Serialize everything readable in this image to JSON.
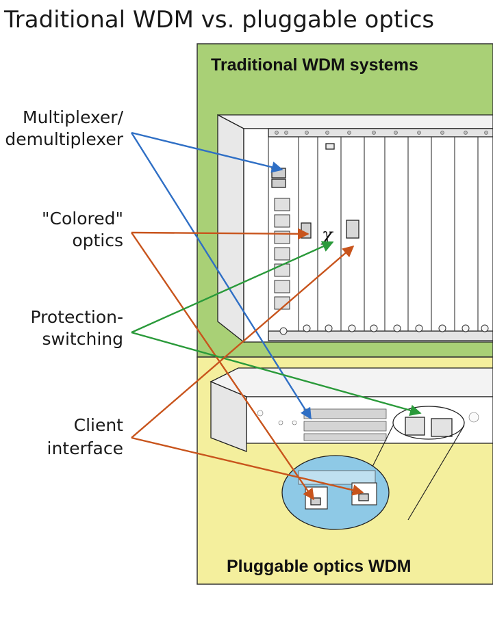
{
  "title": "Traditional WDM vs. pluggable optics",
  "panels": {
    "top": {
      "title": "Traditional WDM systems",
      "color": "#a9d076"
    },
    "bottom": {
      "title": "Pluggable optics WDM",
      "color": "#f4ef9d"
    }
  },
  "labels": {
    "mux": {
      "line1": "Multiplexer/",
      "line2": "demultiplexer",
      "color": "#2f6fc5"
    },
    "colored": {
      "line1": "\"Colored\"",
      "line2": "optics",
      "color": "#c8541c"
    },
    "protection": {
      "line1": "Protection-",
      "line2": "switching",
      "color": "#2a9a3a"
    },
    "client": {
      "line1": "Client",
      "line2": "interface",
      "color": "#c8541c"
    }
  },
  "switch_symbol": "χ"
}
